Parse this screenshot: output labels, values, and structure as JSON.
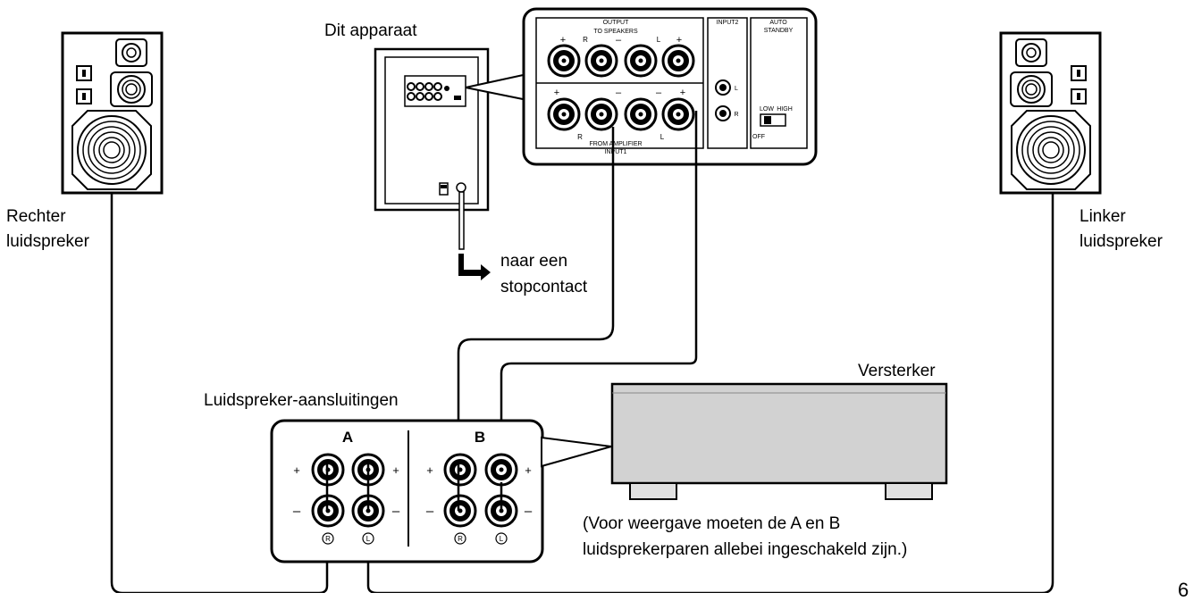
{
  "labels": {
    "this_device": "Dit apparaat",
    "right_speaker": [
      "Rechter",
      "luidspreker"
    ],
    "left_speaker": [
      "Linker",
      "luidspreker"
    ],
    "power_outlet": [
      "naar een",
      "stopcontact"
    ],
    "speaker_terminals": "Luidspreker-aansluitingen",
    "amplifier": "Versterker",
    "note": [
      "(Voor weergave moeten de A en B",
      "luidsprekerparen allebei ingeschakeld zijn.)"
    ],
    "page_number": "6"
  },
  "panel": {
    "output": "OUTPUT",
    "to_speakers": "TO SPEAKERS",
    "from_amplifier": "FROM AMPLIFIER",
    "input1": "INPUT1",
    "input2": "INPUT2",
    "auto": "AUTO",
    "standby": "STANDBY",
    "low": "LOW",
    "high": "HIGH",
    "off": "OFF",
    "plus": "+",
    "minus": "–",
    "r": "R",
    "l": "L"
  },
  "terminals": {
    "group_a": "A",
    "group_b": "B",
    "plus": "+",
    "minus": "–",
    "r": "R",
    "l": "L"
  },
  "icons": [
    "speaker-icon",
    "amplifier-icon",
    "arrow-icon",
    "binding-post-icon",
    "rca-jack-icon",
    "switch-icon"
  ]
}
